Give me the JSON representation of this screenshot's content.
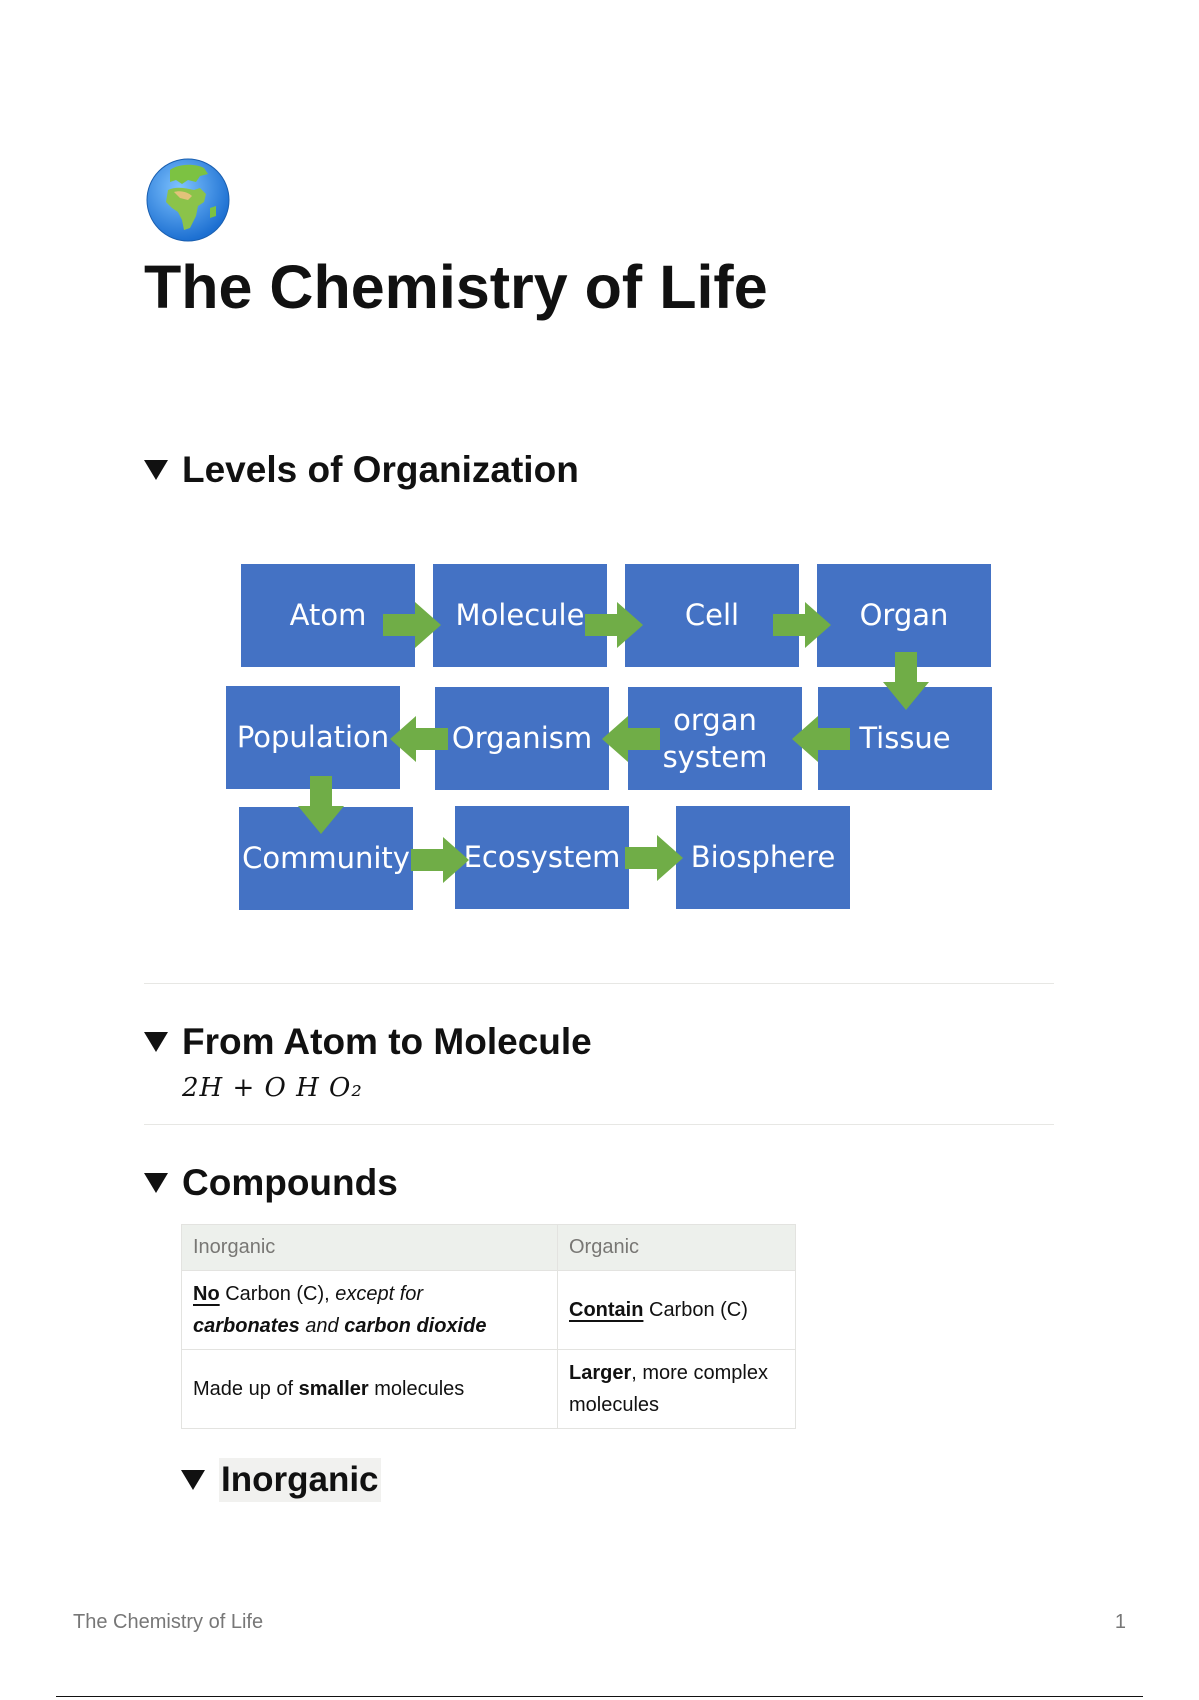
{
  "page": {
    "icon": "globe-europe-africa-icon",
    "title": "The Chemistry of Life"
  },
  "sections": {
    "levels": {
      "title": "Levels of Organization"
    },
    "atom_to_molecule": {
      "title": "From Atom to Molecule",
      "equation": "2H + O  H O₂"
    },
    "compounds": {
      "title": "Compounds"
    },
    "inorganic": {
      "title": "Inorganic"
    }
  },
  "diagram": {
    "box_color": "#4472c4",
    "arrow_color": "#70ad47",
    "boxes": {
      "atom": "Atom",
      "molecule": "Molecule",
      "cell": "Cell",
      "organ": "Organ",
      "population": "Population",
      "organism": "Organism",
      "organ_system_1": "organ",
      "organ_system_2": "system",
      "tissue": "Tissue",
      "community": "Community",
      "ecosystem": "Ecosystem",
      "biosphere": "Biosphere"
    }
  },
  "compounds_table": {
    "headers": [
      "Inorganic",
      "Organic"
    ],
    "row1": {
      "a_no": "No",
      "a_carbon": " Carbon (C), ",
      "a_except": "except for",
      "a_carbonates": "carbonates",
      "a_and": " and ",
      "a_dioxide": "carbon dioxide",
      "b_contain": "Contain",
      "b_carbon": " Carbon (C)"
    },
    "row2": {
      "a_made": "Made up of ",
      "a_smaller": "smaller",
      "a_molecules": " molecules",
      "b_larger": "Larger",
      "b_rest": ", more complex molecules"
    }
  },
  "footer": {
    "title": "The Chemistry of Life",
    "page_number": "1"
  }
}
